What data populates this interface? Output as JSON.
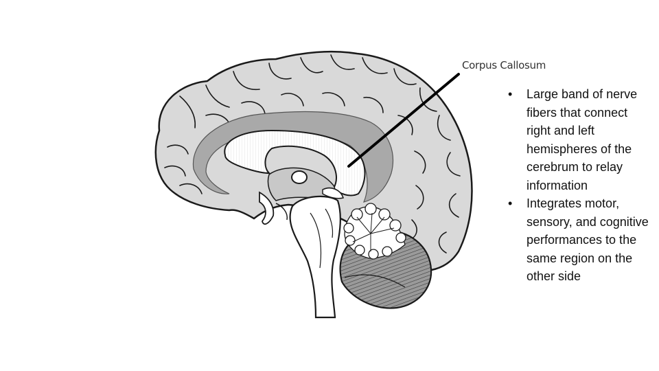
{
  "label": {
    "title": "Corpus Callosum"
  },
  "bullets": [
    {
      "marker": "•",
      "text": "Large band of nerve fibers that connect right and left hemispheres of the cerebrum to relay information"
    },
    {
      "marker": "•",
      "text": "Integrates motor, sensory, and cognitive performances to the same region on the other side"
    }
  ],
  "colors": {
    "cortex": "#d9d9d9",
    "limbic_band": "#a9a9a9",
    "white_matter": "#ffffff",
    "cerebellum_dark": "#8a8a8a",
    "outline": "#1a1a1a"
  }
}
